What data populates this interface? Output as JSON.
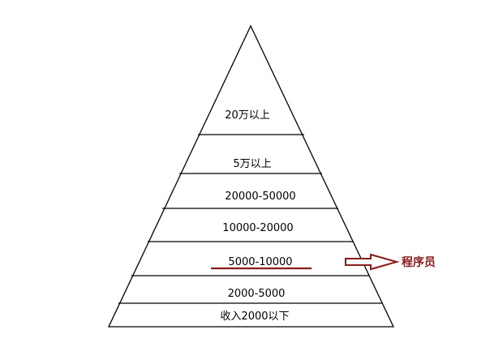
{
  "pyramid": {
    "levels": [
      "20万以上",
      "5万以上",
      "20000-50000",
      "10000-20000",
      "5000-10000",
      "2000-5000",
      "收入2000以下"
    ]
  },
  "callout": {
    "label": "程序员",
    "target_level": "5000-10000"
  },
  "colors": {
    "outline": "#000000",
    "highlight": "#8b1a1a",
    "text": "#000000"
  }
}
